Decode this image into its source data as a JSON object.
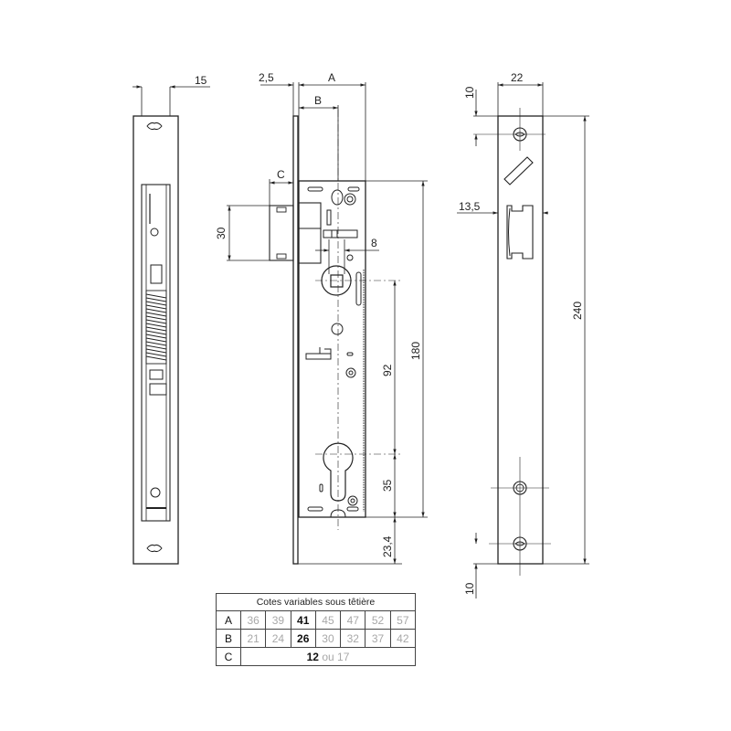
{
  "side_view": {
    "dimensions": {
      "width_label": "15"
    }
  },
  "front_view": {
    "dimensions": {
      "faceplate_thickness": "2,5",
      "backset_a": "A",
      "backset_b": "B",
      "latch_projection": "C",
      "latch_height": "30",
      "square_spindle": "8",
      "case_height": "180",
      "handle_to_cylinder": "92",
      "cylinder_to_bottom": "35",
      "bottom_offset": "23,4"
    }
  },
  "faceplate_view": {
    "dimensions": {
      "width": "22",
      "top_screw_offset": "10",
      "latch_width": "13,5",
      "total_height": "240",
      "bottom_screw_offset": "10"
    }
  },
  "table": {
    "title": "Cotes variables sous têtière",
    "rows": [
      {
        "label": "A",
        "values": [
          "36",
          "39",
          "41",
          "45",
          "47",
          "52",
          "57"
        ],
        "highlight_index": 2
      },
      {
        "label": "B",
        "values": [
          "21",
          "24",
          "26",
          "30",
          "32",
          "37",
          "42"
        ],
        "highlight_index": 2
      }
    ],
    "row_c": {
      "label": "C",
      "value_main": "12",
      "separator": "ou",
      "value_alt": "17"
    }
  }
}
